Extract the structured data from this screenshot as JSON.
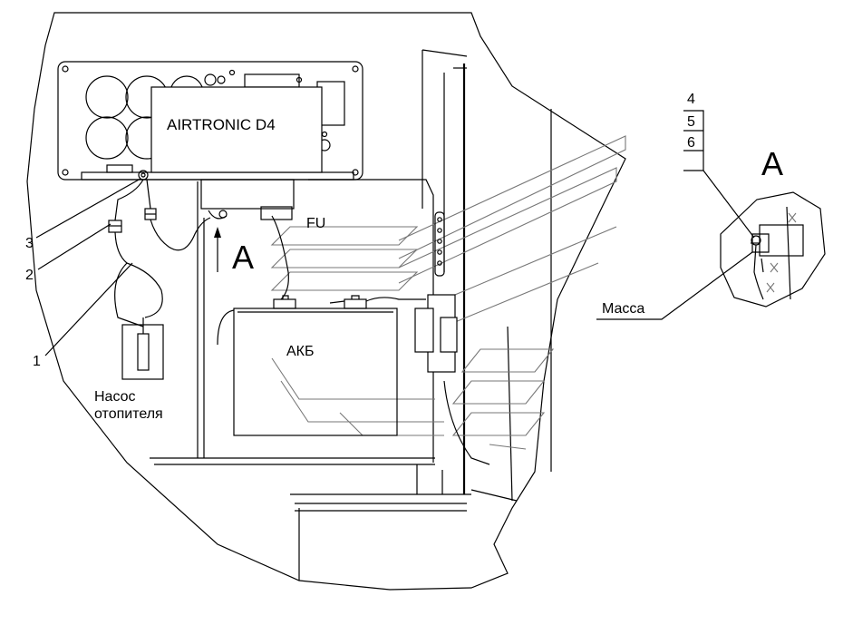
{
  "diagram": {
    "unit_label": "AIRTRONIC D4",
    "fuse_label": "FU",
    "battery_label": "АКБ",
    "view_marker": "A",
    "detail_title": "A",
    "pump_label_line1": "Насос",
    "pump_label_line2": "отопителя",
    "ground_label": "Масса",
    "callouts_left": [
      "3",
      "2",
      "1"
    ],
    "callouts_right": [
      "4",
      "5",
      "6"
    ]
  }
}
